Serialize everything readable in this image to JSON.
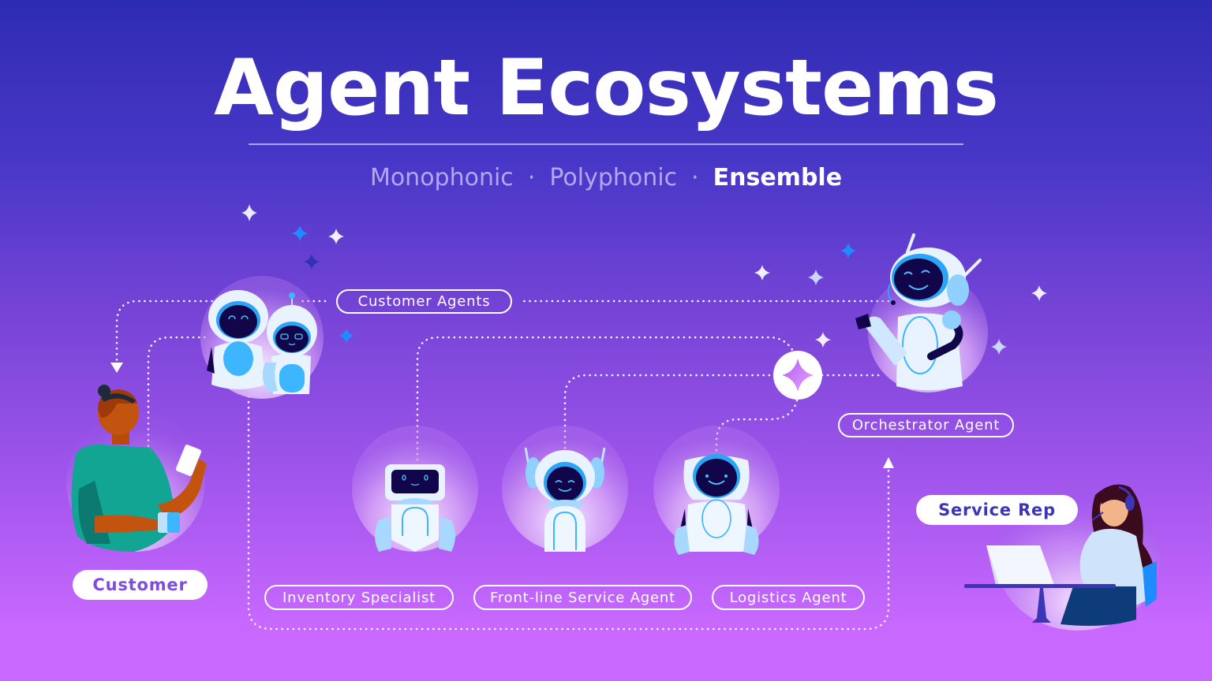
{
  "header": {
    "title": "Agent Ecosystems",
    "modes": [
      {
        "label": "Monophonic",
        "active": false
      },
      {
        "label": "Polyphonic",
        "active": false
      },
      {
        "label": "Ensemble",
        "active": true
      }
    ],
    "separator": "·"
  },
  "colors": {
    "background_top": "#2E2BB3",
    "background_bottom": "#C868FF",
    "connector": "#FFFFFF",
    "robot_accent": "#3DB5FF",
    "robot_face": "#12064A",
    "customer_label_text": "#7F4CE0",
    "service_rep_label_text": "#3B36B8",
    "hub_star": "#C56CF5"
  },
  "nodes": {
    "customer": {
      "label": "Customer",
      "icon": "person-with-tablet-and-mug"
    },
    "customer_agents": {
      "label": "Customer Agents",
      "icon": "two-robots"
    },
    "orchestrator": {
      "label": "Orchestrator Agent",
      "icon": "robot-with-headset-thumbs-up"
    },
    "hub": {
      "icon": "sparkle-hub-icon"
    },
    "specialists": [
      {
        "label": "Inventory Specialist",
        "icon": "square-head-robot"
      },
      {
        "label": "Front-line Service Agent",
        "icon": "antenna-robot"
      },
      {
        "label": "Logistics Agent",
        "icon": "round-head-robot"
      }
    ],
    "service_rep": {
      "label": "Service Rep",
      "icon": "person-with-headset-laptop"
    }
  }
}
